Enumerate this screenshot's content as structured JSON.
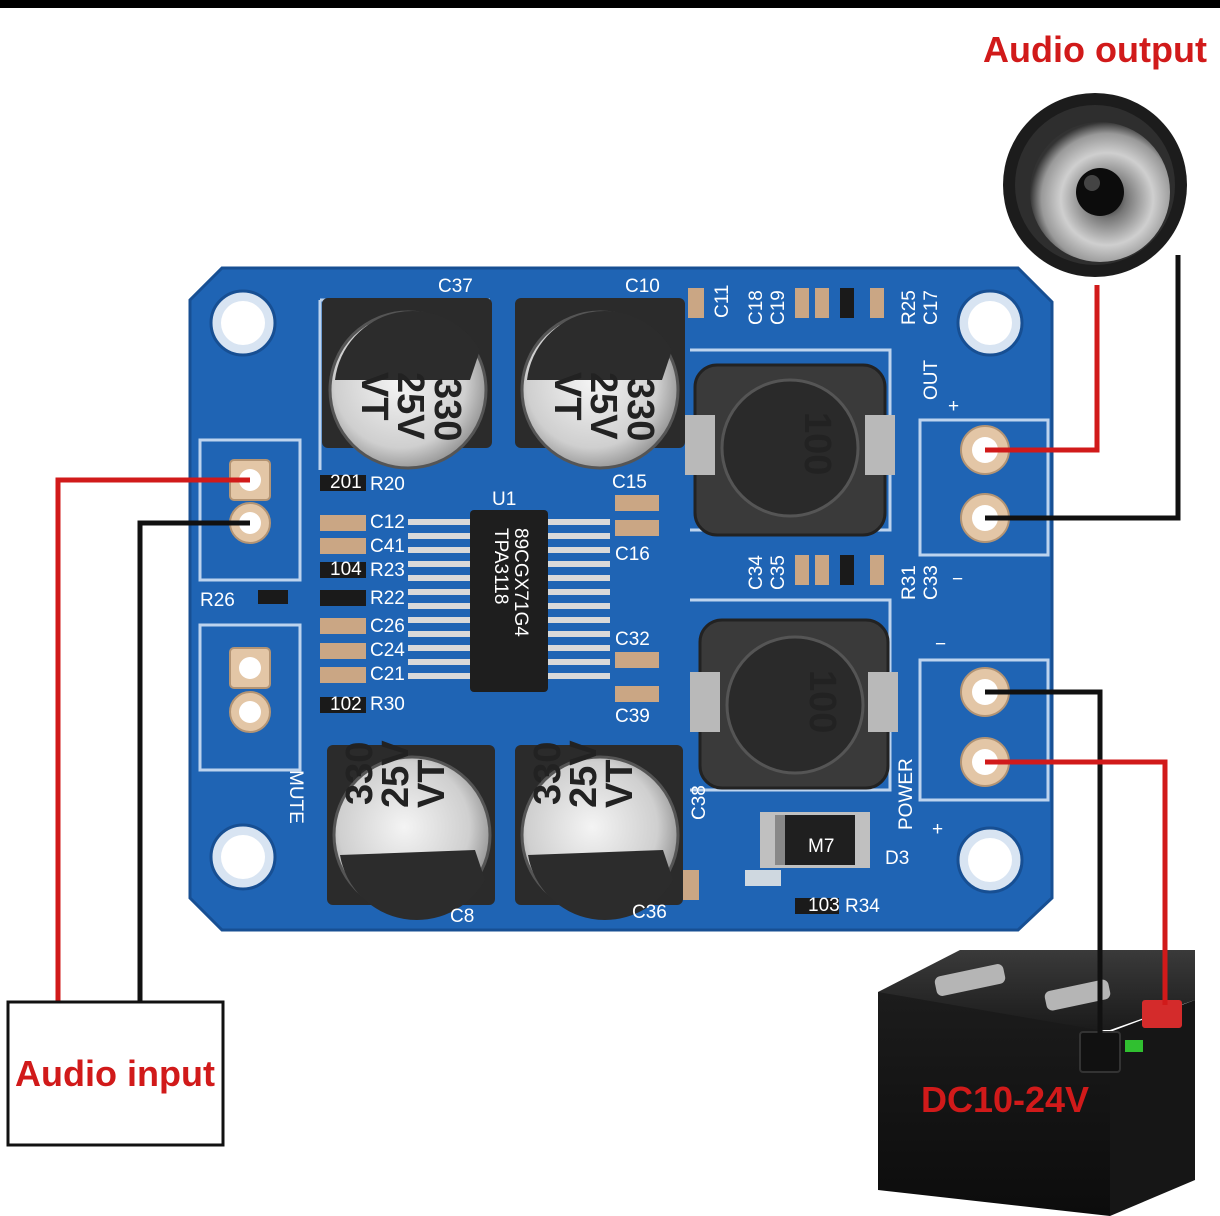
{
  "callouts": {
    "audio_output": "Audio output",
    "audio_input": "Audio input",
    "power": "DC10-24V"
  },
  "board": {
    "chip": {
      "ref": "U1",
      "line1": "89CGX71G4",
      "line2": "TPA3118"
    },
    "capacitors": [
      {
        "ref": "C37",
        "value": "330",
        "voltage": "25V",
        "series": "VT"
      },
      {
        "ref": "C10",
        "value": "330",
        "voltage": "25V",
        "series": "VT"
      },
      {
        "ref": "C8",
        "value": "330",
        "voltage": "25V",
        "series": "VT"
      },
      {
        "ref": "C36",
        "value": "330",
        "voltage": "25V",
        "series": "VT"
      }
    ],
    "inductors": [
      "100",
      "100"
    ],
    "left_components": [
      "R20",
      "C12",
      "C41",
      "R23",
      "R22",
      "C26",
      "C24",
      "C21",
      "R30"
    ],
    "resistor_codes": [
      "201",
      "104",
      "102",
      "103"
    ],
    "right_labels": [
      "C15",
      "C16",
      "C32",
      "C39",
      "C38",
      "C11",
      "C18",
      "C19",
      "R25",
      "C17",
      "C34",
      "C35",
      "R31",
      "C33"
    ],
    "other_labels": {
      "r26": "R26",
      "r34": "R34",
      "d3": "D3",
      "diode_mark": "M7",
      "out": "OUT",
      "power": "POWER",
      "mute": "MUTE",
      "plus": "+",
      "minus": "−"
    }
  },
  "colors": {
    "pcb": "#1f64b4",
    "wire_red": "#d11a1a",
    "wire_black": "#111111",
    "callout_text": "#d11a1a"
  }
}
